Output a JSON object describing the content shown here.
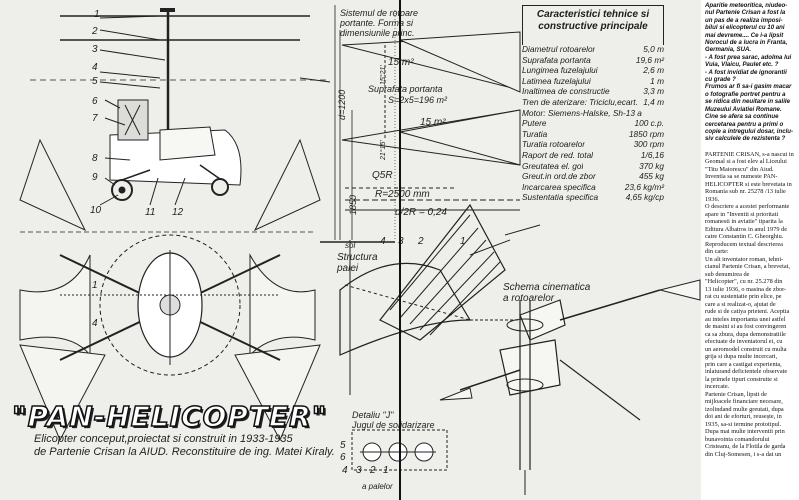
{
  "title": {
    "main": "\"PAN-HELICOPTER\"",
    "line1": "Elicopter conceput,proiectat si construit in 1933-1935",
    "line2": "de Partenie Crisan la AIUD. Reconstituire de ing. Matei Kiraly."
  },
  "left_part_numbers": [
    "1",
    "2",
    "3",
    "4",
    "5",
    "6",
    "7",
    "8",
    "9",
    "10",
    "11",
    "12"
  ],
  "left_bottom_numbers": [
    "1",
    "4"
  ],
  "sistem_label": [
    "Sistemul de rotoare",
    "portante. Forma si",
    "dimensiunile princ."
  ],
  "suprafata_label": [
    "Suprafata portanta",
    "S=2x5=196 m²"
  ],
  "dimensions": {
    "d1200": "d=1200",
    "r1850": "1850",
    "q5r": "Q5R",
    "r2500": "R=2500 mm",
    "ratio": "d/2R = 0,24",
    "area1": "15 m²",
    "area2": "15 m²",
    "angle1": "15°21'",
    "angle2": "21°15'",
    "sol": "sol"
  },
  "specs": {
    "heading": [
      "Caracteristici tehnice si",
      "constructive principale"
    ],
    "rows": [
      {
        "label": "Diametrul rotoarelor",
        "value": "5,0 m"
      },
      {
        "label": "Suprafata portanta",
        "value": "19,6 m²"
      },
      {
        "label": "Lungimea fuzelajului",
        "value": "2,6 m"
      },
      {
        "label": "Latimea fuzelajului",
        "value": "1 m"
      },
      {
        "label": "Inaltimea de constructie",
        "value": "3,3 m"
      },
      {
        "label": "Tren de aterizare: Triciclu,ecart.",
        "value": "1,4 m"
      },
      {
        "label": "Motor: Siemens-Halske, Sh-13 a",
        "value": ""
      },
      {
        "label": "Putere",
        "value": "100 c.p."
      },
      {
        "label": "Turatia",
        "value": "1850 rpm"
      },
      {
        "label": "Turatia rotoarelor",
        "value": "300 rpm"
      },
      {
        "label": "Raport de red. total",
        "value": "1/6,16"
      },
      {
        "label": "Greutatea el. gol",
        "value": "370 kg"
      },
      {
        "label": "Greut.in ord.de zbor",
        "value": "455 kg"
      },
      {
        "label": "Incarcarea specifica",
        "value": "23,6 kg/m²"
      },
      {
        "label": "Sustentatia specifica",
        "value": "4,65 kg/cp"
      }
    ]
  },
  "structura": [
    "Structura",
    "palei"
  ],
  "structura_numbers": [
    "4",
    "3",
    "2",
    "1"
  ],
  "schema": [
    "Schema cinematica",
    "a rotoarelor"
  ],
  "detaliu": [
    "Detaliu \"J\"",
    "Jugul de solidarizare"
  ],
  "detaliu_sub": "a palelor",
  "detaliu_numbers": [
    "5",
    "6",
    "4",
    "3",
    "2",
    "1"
  ],
  "article": {
    "intro": [
      "Aparitie meteoritica, niudeo-",
      "nul Partenie Crisan a fost la",
      "un pas de a realiza imposi-",
      "bilul si elicopterul cu 10 ani",
      "mai devreme.... Ce i-a lipsit",
      "Norocul de a lucra in Franta,",
      "Germania, SUA.",
      "- A fost prea sarac, adolma lui",
      "Vuia, Vlaicu, Paulet etc. ?",
      "- A fost invidiat de ignorantii",
      "cu grade ?",
      "Frumos ar fi sa-i gasim macar",
      "o fotografie portret pentru a",
      "se ridica din neuitare in salile",
      "Muzeului Aviatiei Romane.",
      "Cine se afera sa continue",
      "cercetarea pentru a primi o",
      "copie a intregului dosar, inclu-",
      "siv calculele de rezistenta ?"
    ],
    "body": [
      "PARTENIE CRISAN, s-a nascut in",
      "Geomal si a fost elev al Liceului",
      "\"Titu Maiorescu\" din Aiud.",
      "Inventia sa se numeste PAN-",
      "HELICOPTER si este brevetata in",
      "Romania sub nr. 25278 /13 iulie",
      "1936.",
      "O descriere a acestei performante",
      "apare in \"Inventii si prioritati",
      "romanesti in aviatie\" tiparita la",
      "Editura Albatros in anul 1979 de",
      "catre Constantin C. Gheorghiu.",
      "Reproducem textual descrierea",
      "din carte:",
      "Un alt inventator roman, tehni-",
      "cianul Partenie Crisan, a brevetat,",
      "sub denumirea de",
      "\"Helicopter\", cu nr. 25.278 din",
      "13 iulie 1936, o masina de zbor-",
      "rat cu sustentatie prin elice, pe",
      "care a si realizat-o, ajutat de",
      "rude si de catiya prieteni. Aceptia",
      "au inteles importanta unei astfel",
      "de masini si au fost convingeren",
      "ca sa zbura, dupa demonstratiile",
      "efectuate de inventatorul ei, cu",
      "un aeromodel construit cu multa",
      "grija si dupa multe incercari,",
      "prin care a castigat experienta,",
      "inlaturand deficientele observate",
      "la primele tipuri construite si",
      "incercate.",
      "Partenie Crisan, lipsit de",
      "mijloacele financiare necesare,",
      "izolindand multe greutati, dupa",
      "doi ani de eforturi, reusește, in",
      "1935, sa-si termine prototipul.",
      "Dupa mai multe interventii prin",
      "bunavointa comandorului",
      "Cristeanu, de la Flotila de garda",
      "din Cluj-Somesen, i s-a dat un"
    ]
  }
}
